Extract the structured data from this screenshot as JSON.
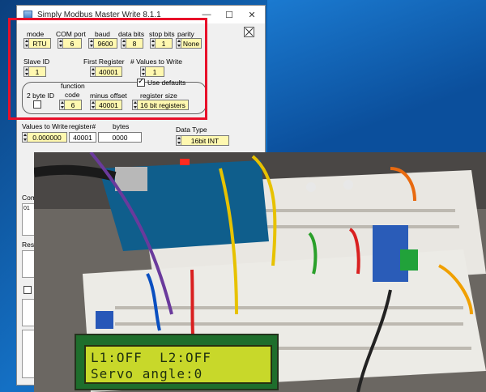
{
  "window": {
    "title": "Simply Modbus Master Write 8.1.1",
    "controls": {
      "minimize": "—",
      "maximize": "☐",
      "close": "✕"
    }
  },
  "settings": {
    "mode": {
      "label": "mode",
      "value": "RTU"
    },
    "com_port": {
      "label": "COM port",
      "value": "6"
    },
    "baud": {
      "label": "baud",
      "value": "9600"
    },
    "data_bits": {
      "label": "data bits",
      "value": "8"
    },
    "stop_bits": {
      "label": "stop bits",
      "value": "1"
    },
    "parity": {
      "label": "parity",
      "value": "None"
    },
    "slave_id": {
      "label": "Slave ID",
      "value": "1"
    },
    "first_register": {
      "label": "First Register",
      "value": "40001"
    },
    "values_to_write": {
      "label": "# Values to Write",
      "value": "1"
    },
    "use_defaults": {
      "label": "Use defaults",
      "checked": true
    },
    "two_byte_id": {
      "label": "2 byte ID",
      "checked": false
    },
    "function_code": {
      "label_line1": "function",
      "label_line2": "code",
      "value": "6"
    },
    "minus_offset": {
      "label": "minus offset",
      "value": "40001"
    },
    "register_size": {
      "label": "register size",
      "value": "16 bit registers"
    }
  },
  "write_table": {
    "col_values": "Values to Write",
    "col_register": "register#",
    "col_bytes": "bytes",
    "value": "0.000000",
    "register": "40001",
    "bytes": "0000",
    "data_type_label": "Data Type",
    "data_type_value": "16bit INT"
  },
  "left_stubs": {
    "com": "Com",
    "num": "01",
    "res": "Res"
  },
  "lcd": {
    "line1": "L1:OFF  L2:OFF",
    "line2": "Servo angle:0"
  }
}
